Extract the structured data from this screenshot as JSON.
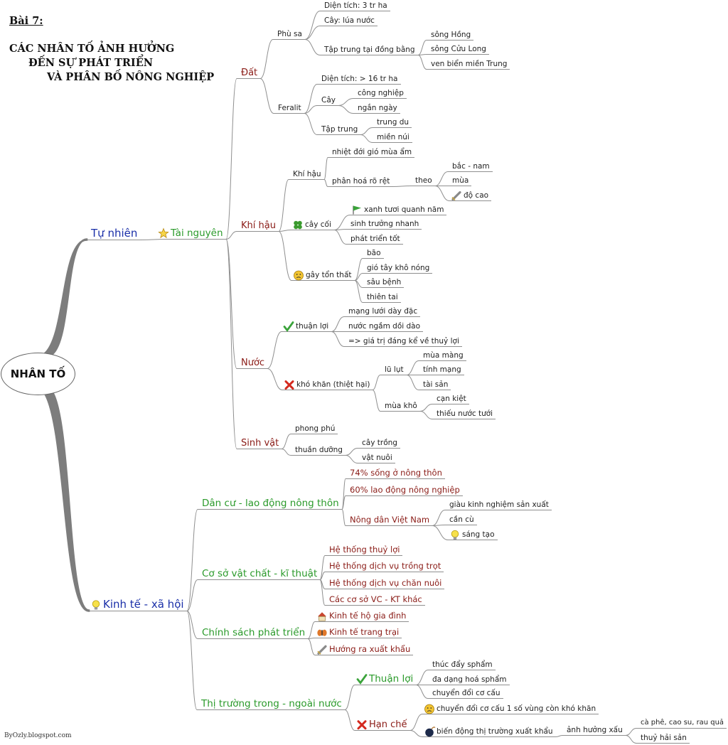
{
  "header": {
    "lesson": "Bài 7:",
    "title_line1": "CÁC NHÂN TỐ ẢNH HƯỞNG",
    "title_line2": "ĐẾN SỰ PHÁT TRIỂN",
    "title_line3": "VÀ PHÂN BỐ NÔNG NGHIỆP"
  },
  "footer": "ByOzly.blogspot.com",
  "center": "NHÂN TỐ",
  "nodes": {
    "tu_nhien": "Tự nhiên",
    "tai_nguyen": "Tài nguyên",
    "dat": "Đất",
    "phu_sa": "Phù sa",
    "ps_dien_tich": "Diện tích: 3 tr ha",
    "ps_cay": "Cây: lúa nước",
    "ps_tap_trung": "Tập trung tại đồng bằng",
    "song_hong": "sông Hồng",
    "song_cuu_long": "sông Cửu Long",
    "ven_bien": "ven biển miền Trung",
    "feralit": "Feralit",
    "fe_dien_tich": "Diện tích: > 16 tr ha",
    "fe_cay": "Cây",
    "cong_nghiep": "công nghiệp",
    "ngan_ngay": "ngắn ngày",
    "fe_tap_trung": "Tập trung",
    "trung_du": "trung du",
    "mien_nui": "miền núi",
    "khi_hau": "Khí hậu",
    "kh_khi_hau": "Khí hậu",
    "nhiet_doi": "nhiệt đới gió mùa ẩm",
    "phan_hoa": "phân hoá rõ rệt",
    "theo": "theo",
    "bac_nam": "bắc - nam",
    "mua": "mùa",
    "do_cao": "độ cao",
    "cay_coi": "cây cối",
    "xanh_tuoi": "xanh tươi quanh năm",
    "sinh_truong": "sinh trưởng nhanh",
    "phat_trien_tot": "phát triển tốt",
    "gay_ton_that": "gây tổn thất",
    "bao": "bão",
    "gio_tay": "gió tây khô nóng",
    "sau_benh": "sâu bệnh",
    "thien_tai": "thiên tai",
    "nuoc": "Nước",
    "thuan_loi": "thuận lợi",
    "mang_luoi": "mạng lưới dày đặc",
    "nuoc_ngam": "nước ngầm dồi dào",
    "gia_tri": "=> giá trị đáng kể về thuỷ lợi",
    "kho_khan": "khó khăn (thiệt hại)",
    "lu_lut": "lũ lụt",
    "mua_mang": "mùa màng",
    "tinh_mang": "tính mạng",
    "tai_san": "tài sản",
    "mua_kho": "mùa khô",
    "can_kiet": "cạn kiệt",
    "thieu_nuoc": "thiếu nước tưới",
    "sinh_vat": "Sinh vật",
    "phong_phu": "phong phú",
    "thuan_duong": "thuần dưỡng",
    "cay_trong": "cây trồng",
    "vat_nuoi": "vật nuôi",
    "kinh_te_xa_hoi": "Kinh tế - xã hội",
    "dan_cu": "Dân cư - lao động nông thôn",
    "pct74": "74% sống ở nông thôn",
    "pct60": "60% lao động nông nghiệp",
    "nong_dan": "Nông dân Việt Nam",
    "giau_kn": "giàu kinh nghiệm sản xuất",
    "can_cu": "cần cù",
    "sang_tao": "sáng tạo",
    "co_so": "Cơ sở vật chất - kĩ thuật",
    "ht_thuy_loi": "Hệ thống thuỷ lợi",
    "ht_trong_trot": "Hệ thống dịch vụ trồng trọt",
    "ht_chan_nuoi": "Hệ thống dịch vụ chăn nuôi",
    "cac_co_so": "Các cơ sở VC - KT khác",
    "chinh_sach": "Chính sách phát triển",
    "kt_ho": "Kinh tế hộ gia đình",
    "kt_trang_trai": "Kinh tế trang trại",
    "huong_ra": "Hướng ra xuất khẩu",
    "thi_truong": "Thị trường trong - ngoài nước",
    "tt_thuan_loi": "Thuận lợi",
    "thuc_day": "thúc đẩy sphẩm",
    "da_dang": "đa dạng hoá sphẩm",
    "chuyen_doi": "chuyển đổi cơ cấu",
    "han_che": "Hạn chế",
    "cd_co_cau": "chuyển đổi cơ cấu 1 số vùng còn khó khăn",
    "bien_dong": "biến động thị trường xuất khẩu",
    "anh_huong_xau": "ảnh hưởng xấu",
    "ca_phe": "cà phê, cao su, rau quả",
    "thuy_hai_san": "thuỷ hải sản"
  },
  "icons": {
    "tai_nguyen": "star-icon",
    "do_cao": "rocket-icon",
    "cay_coi": "clover-icon",
    "xanh_tuoi": "flag-icon",
    "gay_ton_that": "sad-face-icon",
    "thuan_loi": "checkmark-icon",
    "kho_khan": "cross-icon",
    "kinh_te_xa_hoi": "lightbulb-icon",
    "sang_tao": "lightbulb-icon",
    "kt_ho": "house-icon",
    "kt_trang_trai": "butterfly-icon",
    "huong_ra": "rocket-icon",
    "tt_thuan_loi": "checkmark-icon",
    "han_che": "cross-icon",
    "cd_co_cau": "sad-face-icon",
    "bien_dong": "bomb-icon"
  },
  "colors": {
    "level1": "#1a2fa8",
    "level2_nature": "#8a1b16",
    "level2_society": "#2a9a2a",
    "subtopic": "#8a1b16",
    "leaf": "#222222",
    "line": "#8f8f8f",
    "main_branch": "#7d7d7d"
  }
}
